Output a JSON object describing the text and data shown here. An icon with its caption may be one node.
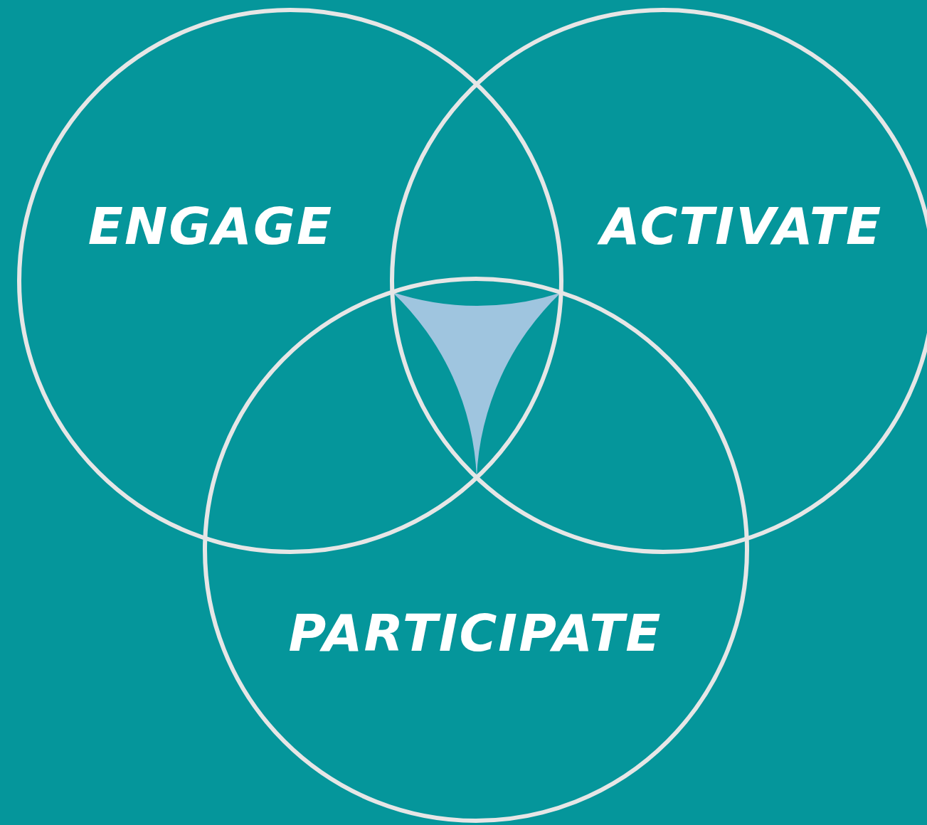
{
  "diagram": {
    "nodes": [
      {
        "text": [
          "ENGAGE"
        ]
      },
      {
        "text": [
          "ACTIVATE"
        ]
      },
      {
        "text": [
          "PARTICIPATE"
        ]
      }
    ],
    "edges": []
  }
}
